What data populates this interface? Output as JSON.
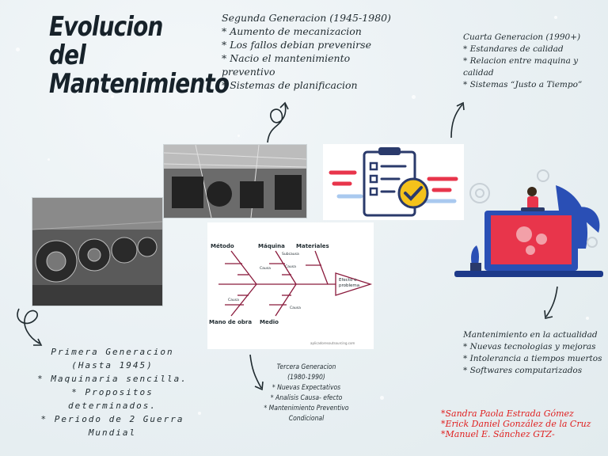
{
  "title": {
    "line1": "Evolucion del",
    "line2": "Mantenimiento"
  },
  "generations": {
    "gen2": {
      "lines": [
        "Segunda Generacion (1945-1980)",
        "* Aumento de mecanizacion",
        "* Los fallos debian prevenirse",
        "* Nacio el mantenimiento preventivo",
        "* Sistemas de planificacion"
      ]
    },
    "gen4": {
      "lines": [
        "Cuarta Generacion (1990+)",
        "* Estandares de calidad",
        "* Relacion entre maquina y calidad",
        "* Sistemas “Justo a Tiempo”"
      ]
    },
    "gen1": {
      "lines": [
        "Primera Generacion",
        "(Hasta 1945)",
        "* Maquinaria sencilla.",
        "* Propositos determinados.",
        "* Periodo de 2 Guerra Mundial"
      ]
    },
    "gen3": {
      "lines": [
        "Tercera Generacion",
        "(1980-1990)",
        "* Nuevas Expectativos",
        "* Analisis Causa- efecto",
        "* Mantenimiento Preventivo Condicional"
      ]
    },
    "gen5": {
      "lines": [
        "Mantenimiento en la actualidad",
        "* Nuevas tecnologias y mejoras",
        "* Intolerancia a tiempos muertos",
        "* Softwares computarizados"
      ]
    }
  },
  "diagram": {
    "labels": [
      "Método",
      "Máquina",
      "Materiales",
      "Mano de obra",
      "Medio",
      "Efecto o problema"
    ],
    "small": [
      "Causa",
      "Subcausa",
      "Causa",
      "Causa",
      "Causa"
    ],
    "credit": "aplicadoresoutsourcing.com"
  },
  "authors": [
    "*Sandra Paola Estrada Gómez",
    "*Erick Daniel González de la Cruz",
    "*Manuel E. Sánchez GTZ-"
  ],
  "colors": {
    "authors": "#e02020",
    "accent": "#e8354b",
    "blue": "#2a4fb5",
    "yellow": "#f4c21b"
  },
  "icons": [
    "loop-arrow-icon",
    "checklist-icon",
    "laptop-gears-icon",
    "factory-photo",
    "engine-photo"
  ]
}
